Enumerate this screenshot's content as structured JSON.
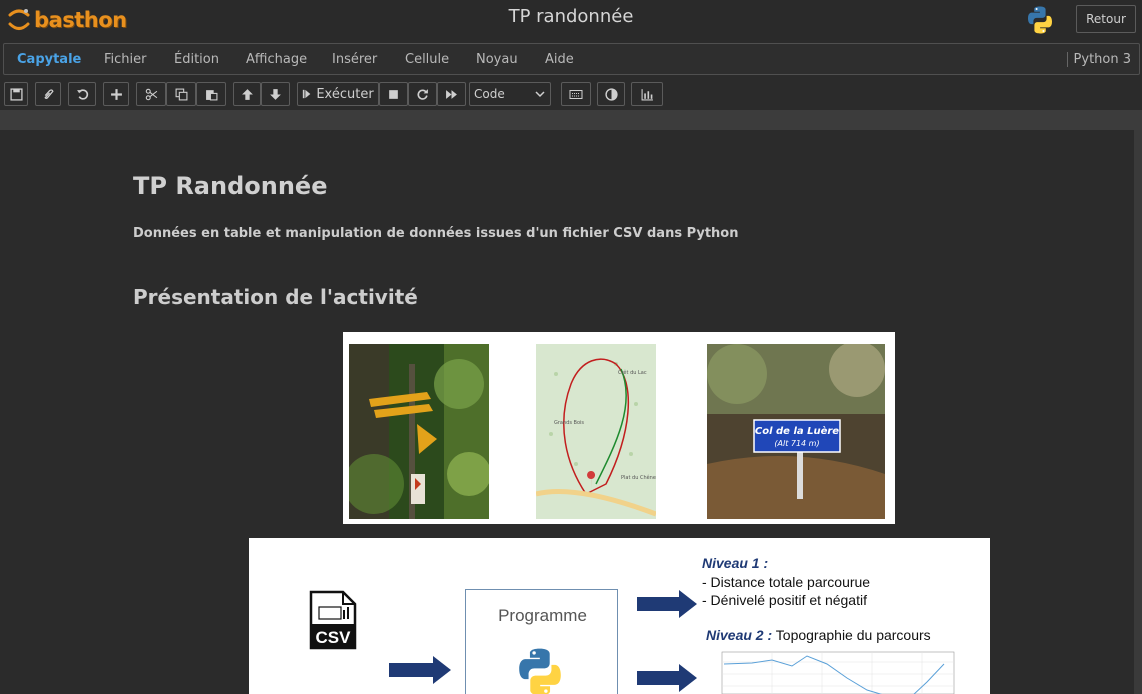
{
  "header": {
    "logo_text": "basthon",
    "title": "TP randonnée",
    "back_label": "Retour"
  },
  "menu": {
    "items": [
      "Capytale",
      "Fichier",
      "Édition",
      "Affichage",
      "Insérer",
      "Cellule",
      "Noyau",
      "Aide"
    ],
    "kernel": "Python 3"
  },
  "toolbar": {
    "run_label": "Exécuter",
    "cell_type": "Code",
    "icons": [
      "save-icon",
      "paperclip-icon",
      "undo-icon",
      "plus-icon",
      "scissors-icon",
      "copy-icon",
      "paste-icon",
      "arrow-up-icon",
      "arrow-down-icon",
      "step-icon",
      "stop-icon",
      "restart-icon",
      "fast-forward-icon",
      "keyboard-icon",
      "contrast-icon",
      "bar-chart-icon"
    ]
  },
  "notebook": {
    "title": "TP Randonnée",
    "subtitle": "Données en table et manipulation de données issues d'un fichier CSV dans Python",
    "section": "Présentation de l'activité"
  },
  "photos": {
    "sign_line1": "Col de la Luère",
    "sign_line2": "(Alt 714 m)",
    "map_label_1": "Crêt du Lac",
    "map_label_2": "Grands Bois",
    "map_label_3": "Plat du Chêne"
  },
  "diagram": {
    "csv_label": "CSV",
    "program_label": "Programme",
    "level1_title": "Niveau 1 :",
    "level1_item1": "- Distance totale parcourue",
    "level1_item2": "- Dénivelé positif et négatif",
    "level2_title": "Niveau 2 :",
    "level2_text": " Topographie du parcours"
  },
  "colors": {
    "accent": "#4aa3e6",
    "logo": "#e8901e",
    "diagram_arrow": "#1f3a75"
  }
}
